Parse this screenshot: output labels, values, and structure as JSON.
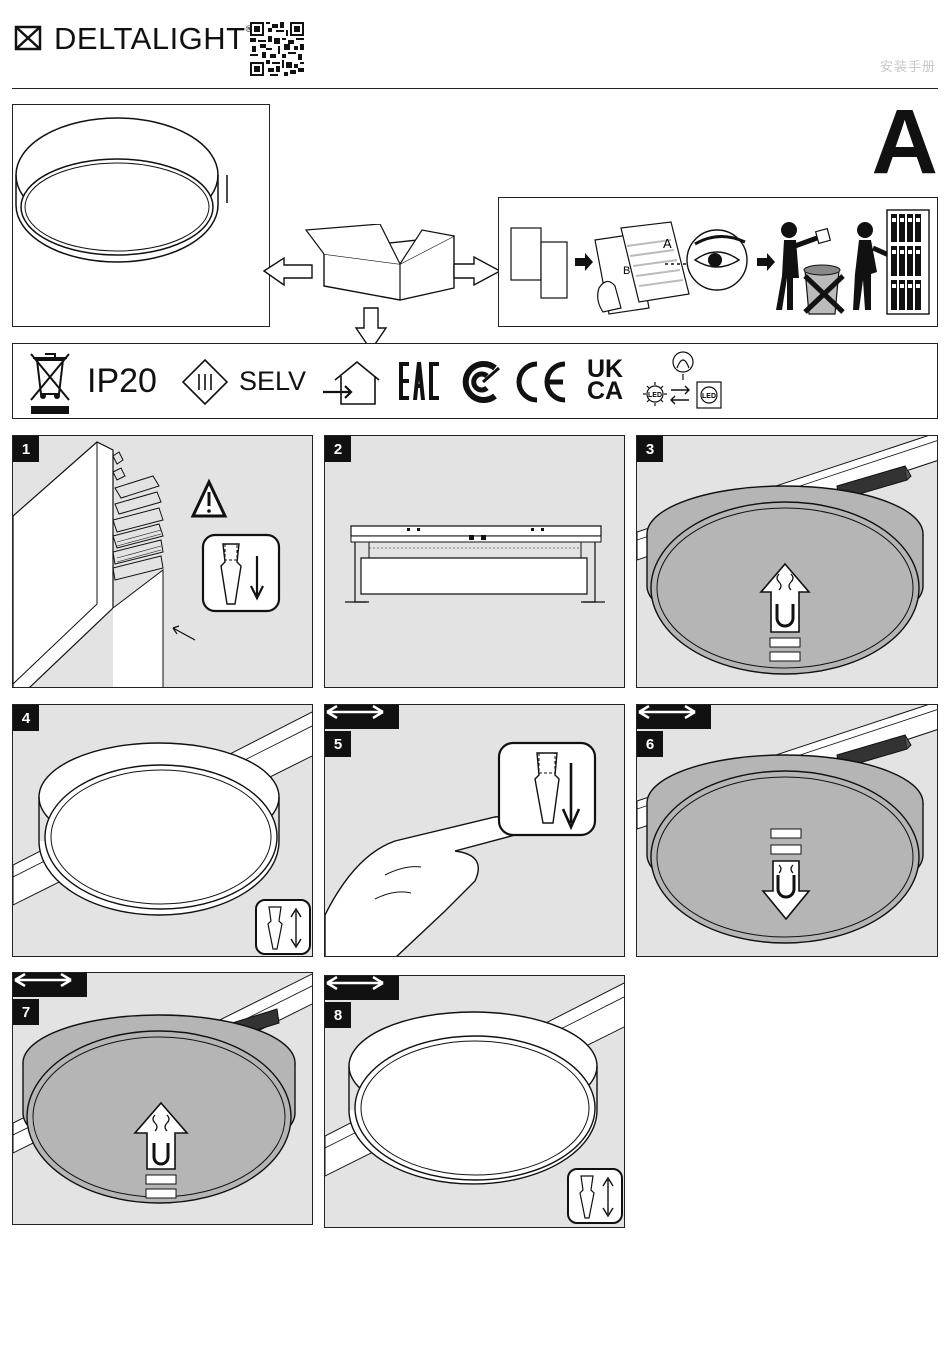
{
  "header": {
    "brand_name_bold": "DELTA",
    "brand_name_light": "LIGHT",
    "brand_registered": "®",
    "doc_title": "安装手册",
    "section_letter": "A"
  },
  "qr_icon": "qr-code-icon",
  "intro": {
    "paper_label_a": "A",
    "paper_label_b": "B"
  },
  "certifications": {
    "ip_rating": "IP20",
    "voltage_class": "SELV",
    "uk_line1": "UK",
    "uk_line2": "CA",
    "led_label": "LED",
    "icons": [
      "weee-bin-icon",
      "class-iii-icon",
      "indoor-use-icon",
      "eac-icon",
      "ccc-icon",
      "ce-icon",
      "ukca-icon",
      "led-replaceable-icon"
    ]
  },
  "steps": [
    {
      "number": "1",
      "move_badge": false,
      "icon": "track-profile-icon"
    },
    {
      "number": "2",
      "move_badge": false,
      "icon": "adapter-side-view-icon"
    },
    {
      "number": "3",
      "move_badge": false,
      "icon": "magnet-attach-icon"
    },
    {
      "number": "4",
      "move_badge": false,
      "icon": "lock-slider-icon"
    },
    {
      "number": "5",
      "move_badge": true,
      "icon": "push-slider-icon"
    },
    {
      "number": "6",
      "move_badge": true,
      "icon": "magnet-detach-icon"
    },
    {
      "number": "7",
      "move_badge": true,
      "icon": "magnet-attach-icon"
    },
    {
      "number": "8",
      "move_badge": true,
      "icon": "lock-slider-icon"
    }
  ],
  "colors": {
    "panel_bg": "#e3e3e3",
    "ink": "#111111",
    "luminaire_grey": "#b5b5b5"
  }
}
